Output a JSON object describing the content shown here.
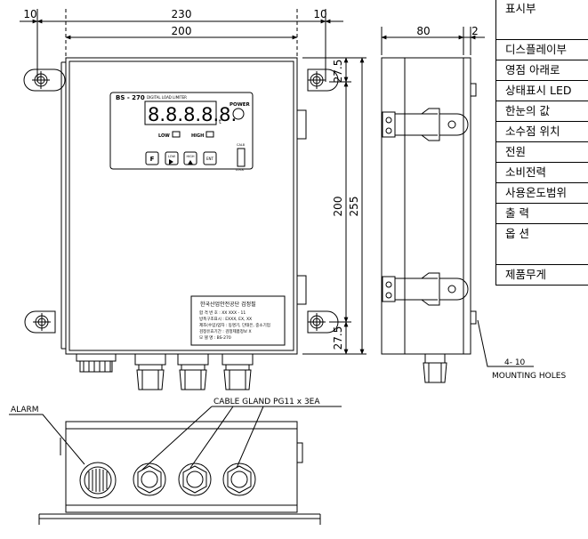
{
  "dimensions": {
    "top_left_margin": "10",
    "top_total_width": "230",
    "top_inner_width": "200",
    "top_right_margin": "10",
    "side_depth": "80",
    "side_offset": "2",
    "height_top_offset": "27.5",
    "height_inner": "200",
    "height_total": "255",
    "height_bottom_offset": "27.5"
  },
  "panel": {
    "model": "BS - 270",
    "subtitle": "DIGITAL LOAD LIMITER",
    "display": "8.8.8.8.8.",
    "unit": "t",
    "power_label": "POWER",
    "low_label": "LOW",
    "high_label": "HIGH",
    "cal_label": "CAL8",
    "lock_label": "LOCK",
    "buttons": {
      "f": "F",
      "low": "LOW",
      "high": "HIGH",
      "ent": "ENT"
    }
  },
  "nameplate": {
    "title": "한국산업안전공단 검정필",
    "lines": [
      "합 격 번 호 : XX XXX - 11",
      "방폭구조표시 : EXXX, EX, XX",
      "제조(수입)업자 : 동명기, 단태은, 중소기업",
      "검정유효기간 : 검정제품정보 X",
      "모 델 명 : BS-270"
    ]
  },
  "annotations": {
    "mounting_holes": "4- 10",
    "mounting_holes_label": "MOUNTING HOLES",
    "alarm": "ALARM",
    "cable_gland": "CABLE GLAND PG11 x 3EA"
  },
  "spec_table": {
    "rows": [
      "표시부",
      "디스플레이부",
      "영점 아래로",
      "상태표시 LED",
      "한눈의 값",
      "소수점 위치",
      "전원",
      "소비전력",
      "사용온도범위",
      "출 력",
      "옵 션",
      "제품무게"
    ]
  }
}
